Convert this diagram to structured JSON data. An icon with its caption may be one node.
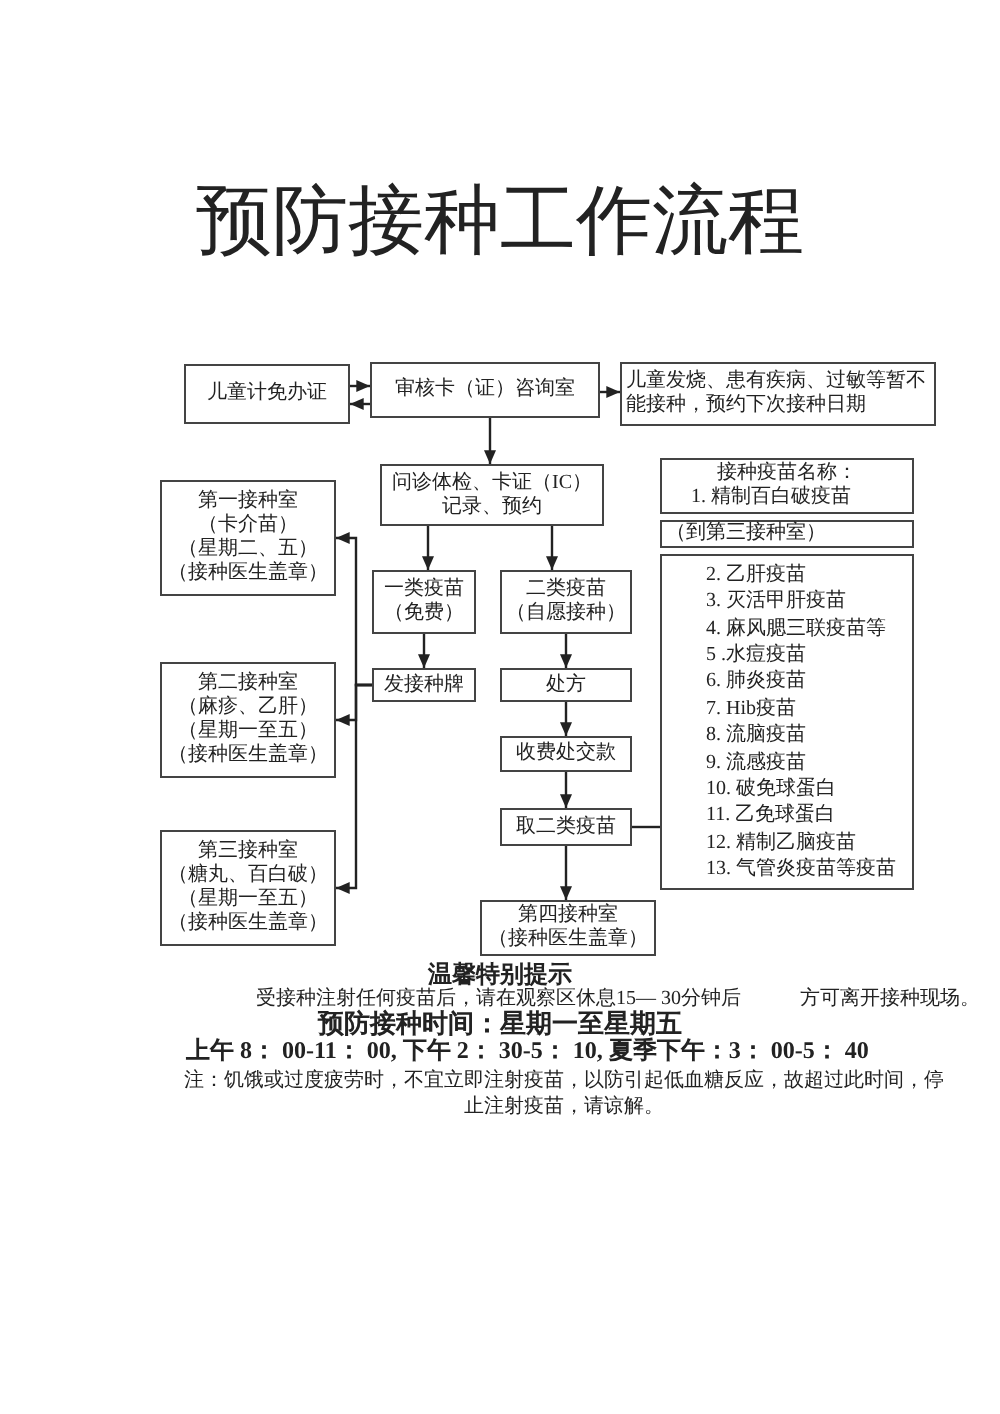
{
  "diagram": {
    "title": "预防接种工作流程",
    "nodes": [
      {
        "text": [
          "儿童计免办证"
        ]
      },
      {
        "text": [
          "审核卡（证）咨询室"
        ]
      },
      {
        "text": [
          "儿童发烧、患有疾病、过敏等暂不能接种，预约下次接种日期"
        ]
      },
      {
        "text": [
          "问诊体检、卡证（IC）记录、预约"
        ]
      },
      {
        "text": [
          "接种疫苗名称：",
          "1. 精制百白破疫苗"
        ]
      },
      {
        "text": [
          "（到第三接种室）"
        ]
      },
      {
        "text": [
          "2. 乙肝疫苗",
          "3. 灭活甲肝疫苗",
          "4. 麻风腮三联疫苗等",
          "5 .水痘疫苗",
          "6. 肺炎疫苗",
          "7. Hib疫苗",
          "8. 流脑疫苗",
          "9. 流感疫苗",
          "10. 破免球蛋白",
          "11. 乙免球蛋白",
          "12. 精制乙脑疫苗",
          "13. 气管炎疫苗等疫苗"
        ]
      },
      {
        "text": [
          "第一接种室",
          "（卡介苗）",
          "（星期二、五）",
          "（接种医生盖章）"
        ]
      },
      {
        "text": [
          "一类疫苗",
          "（免费）"
        ]
      },
      {
        "text": [
          "二类疫苗",
          "（自愿接种）"
        ]
      },
      {
        "text": [
          "发接种牌"
        ]
      },
      {
        "text": [
          "处方"
        ]
      },
      {
        "text": [
          "第二接种室",
          "（麻疹、乙肝）",
          "（星期一至五）",
          "（接种医生盖章）"
        ]
      },
      {
        "text": [
          "收费处交款"
        ]
      },
      {
        "text": [
          "取二类疫苗"
        ]
      },
      {
        "text": [
          "第三接种室",
          "（糖丸、百白破）",
          "（星期一至五）",
          "（接种医生盖章）"
        ]
      },
      {
        "text": [
          "第四接种室",
          "（接种医生盖章）"
        ]
      }
    ],
    "edges": [
      {
        "from": 0,
        "to": 1,
        "arrow": "to"
      },
      {
        "from": 1,
        "to": 0,
        "arrow": "to"
      },
      {
        "from": 1,
        "to": 2,
        "arrow": "to"
      },
      {
        "from": 1,
        "to": 3,
        "arrow": "to"
      },
      {
        "from": 3,
        "to": 8,
        "arrow": "to"
      },
      {
        "from": 3,
        "to": 9,
        "arrow": "to"
      },
      {
        "from": 8,
        "to": 10,
        "arrow": "to"
      },
      {
        "from": 9,
        "to": 11,
        "arrow": "to"
      },
      {
        "from": 11,
        "to": 13,
        "arrow": "to"
      },
      {
        "from": 13,
        "to": 14,
        "arrow": "to"
      },
      {
        "from": 14,
        "to": 16,
        "arrow": "to"
      },
      {
        "from": 10,
        "to": 7,
        "arrow": "to"
      },
      {
        "from": 10,
        "to": 12,
        "arrow": "to"
      },
      {
        "from": 10,
        "to": 15,
        "arrow": "to"
      },
      {
        "from": 14,
        "to": 6,
        "arrow": "none"
      }
    ],
    "labels": [
      "温馨特别提示",
      "受接种注射任何疫苗后，请在观察区休息15— 30分钟后",
      "方可离开接种现场。",
      "预防接种时间：星期一至星期五",
      "上午 8： 00-11： 00, 下午 2： 30-5： 10, 夏季下午：3： 00-5： 40",
      "注：饥饿或过度疲劳时，不宜立即注射疫苗，以防引起低血糖反应，故超过此时间，停止注射疫苗，请谅解。"
    ]
  }
}
